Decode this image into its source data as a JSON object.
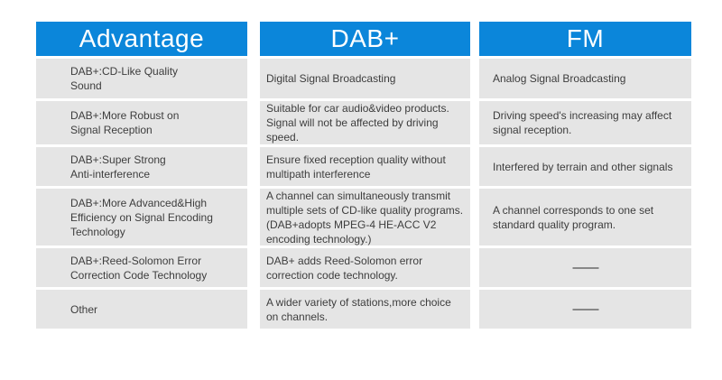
{
  "colors": {
    "header_bg": "#0b86da",
    "header_text": "#ffffff",
    "cell_bg": "#e5e5e5",
    "text": "#3d3d3d",
    "page_bg": "#ffffff"
  },
  "table": {
    "columns": [
      {
        "header": "Advantage",
        "cells": [
          [
            "DAB+:CD-Like Quality",
            "Sound"
          ],
          [
            "DAB+:More Robust on",
            "Signal Reception"
          ],
          [
            "DAB+:Super Strong",
            "Anti-interference"
          ],
          [
            "DAB+:More Advanced&High",
            "Efficiency on Signal Encoding",
            "Technology"
          ],
          [
            "DAB+:Reed-Solomon Error",
            "Correction Code Technology"
          ],
          [
            "Other"
          ]
        ]
      },
      {
        "header": "DAB+",
        "cells": [
          [
            "Digital Signal Broadcasting"
          ],
          [
            "Suitable for car audio&video products.",
            "Signal will not be affected by driving",
            "speed."
          ],
          [
            "Ensure fixed reception quality without",
            "multipath interference"
          ],
          [
            "A channel can simultaneously transmit",
            "multiple sets of CD-like quality programs.",
            "(DAB+adopts MPEG-4 HE-ACC V2",
            "encoding technology.)"
          ],
          [
            "DAB+ adds Reed-Solomon error",
            "correction code technology."
          ],
          [
            "A wider variety of stations,more choice",
            "on channels."
          ]
        ]
      },
      {
        "header": "FM",
        "cells": [
          [
            "Analog Signal Broadcasting"
          ],
          [
            "Driving speed's increasing may affect",
            "signal reception."
          ],
          [
            "Interfered by terrain and other signals"
          ],
          [
            "A channel corresponds to one set",
            "standard quality program."
          ],
          [
            "——"
          ],
          [
            "——"
          ]
        ]
      }
    ]
  }
}
